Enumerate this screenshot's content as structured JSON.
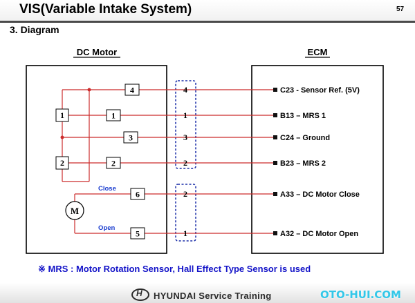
{
  "header": {
    "title": "VIS(Variable Intake System)",
    "page_number": "57"
  },
  "section": {
    "title": "3. Diagram"
  },
  "diagram": {
    "motor_title": "DC Motor",
    "ecm_title": "ECM",
    "motor_symbol": "M",
    "wires": [
      {
        "motor_pin": "4",
        "conn_pin": "4",
        "ecm_label": "C23 - Sensor Ref. (5V)"
      },
      {
        "motor_pin": "1",
        "conn_pin": "1",
        "ecm_label": "B13 – MRS 1"
      },
      {
        "motor_pin": "3",
        "conn_pin": "3",
        "ecm_label": "C24 – Ground"
      },
      {
        "motor_pin": "2",
        "conn_pin": "2",
        "ecm_label": "B23 – MRS 2"
      },
      {
        "motor_pin": "6",
        "conn_pin": "2",
        "ecm_label": "A33 – DC Motor Close",
        "wire_label": "Close"
      },
      {
        "motor_pin": "5",
        "conn_pin": "1",
        "ecm_label": "A32 – DC Motor Open",
        "wire_label": "Open"
      }
    ],
    "sensor_boxes": [
      "1",
      "2"
    ],
    "colors": {
      "wire": "#cc2b2b",
      "connector": "#1c2fa8",
      "accent_text": "#1a3ccf",
      "terminal": "#111111"
    }
  },
  "note": "※ MRS : Motor Rotation Sensor, Hall Effect Type Sensor is used",
  "footer": {
    "brand": "HYUNDAI Service Training",
    "watermark": "OTO-HUI.COM"
  }
}
